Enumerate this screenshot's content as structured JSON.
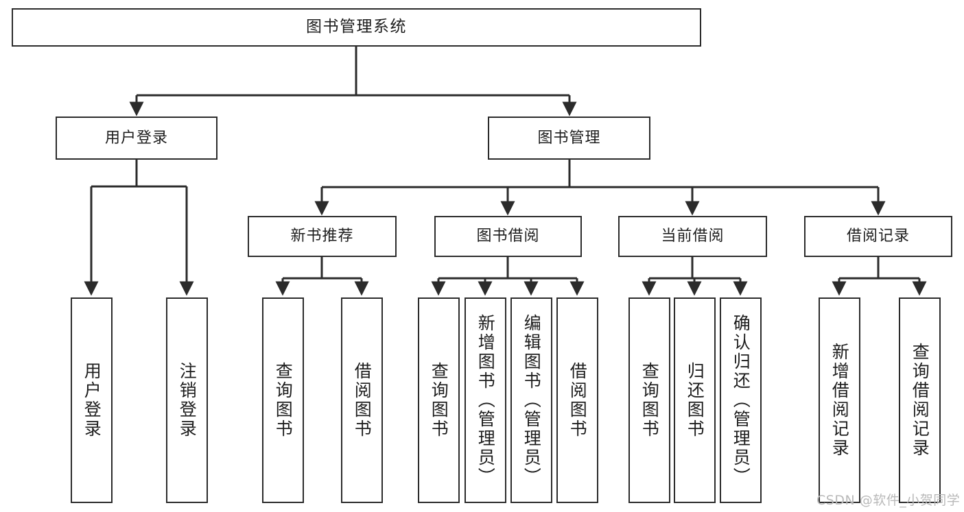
{
  "diagram": {
    "title": "图书管理系统",
    "type": "tree-hierarchy",
    "watermark": "CSDN @软件_小贺同学",
    "colors": {
      "stroke": "#2b2b2b",
      "fill": "#ffffff",
      "text": "#1d1d1d",
      "watermark": "#b9b9b9"
    },
    "nodes": {
      "root": {
        "label": "图书管理系统"
      },
      "level2": [
        {
          "id": "user-login",
          "label": "用户登录"
        },
        {
          "id": "book-manage",
          "label": "图书管理"
        }
      ],
      "level3": [
        {
          "id": "new-book-rec",
          "label": "新书推荐"
        },
        {
          "id": "book-borrow",
          "label": "图书借阅"
        },
        {
          "id": "current-borrow",
          "label": "当前借阅"
        },
        {
          "id": "borrow-record",
          "label": "借阅记录"
        }
      ],
      "leaves": {
        "user-login": [
          {
            "id": "leaf-user-login",
            "label": "用户登录"
          },
          {
            "id": "leaf-logout",
            "label": "注销登录"
          }
        ],
        "new-book-rec": [
          {
            "id": "leaf-query-book-1",
            "label": "查询图书"
          },
          {
            "id": "leaf-borrow-book-1",
            "label": "借阅图书"
          }
        ],
        "book-borrow": [
          {
            "id": "leaf-query-book-2",
            "label": "查询图书"
          },
          {
            "id": "leaf-add-book",
            "label": "新增图书（管理员）"
          },
          {
            "id": "leaf-edit-book",
            "label": "编辑图书（管理员）"
          },
          {
            "id": "leaf-borrow-book-2",
            "label": "借阅图书"
          }
        ],
        "current-borrow": [
          {
            "id": "leaf-query-book-3",
            "label": "查询图书"
          },
          {
            "id": "leaf-return-book",
            "label": "归还图书"
          },
          {
            "id": "leaf-confirm-return",
            "label": "确认归还（管理员）"
          }
        ],
        "borrow-record": [
          {
            "id": "leaf-add-record",
            "label": "新增借阅记录"
          },
          {
            "id": "leaf-query-record",
            "label": "查询借阅记录"
          }
        ]
      }
    }
  }
}
